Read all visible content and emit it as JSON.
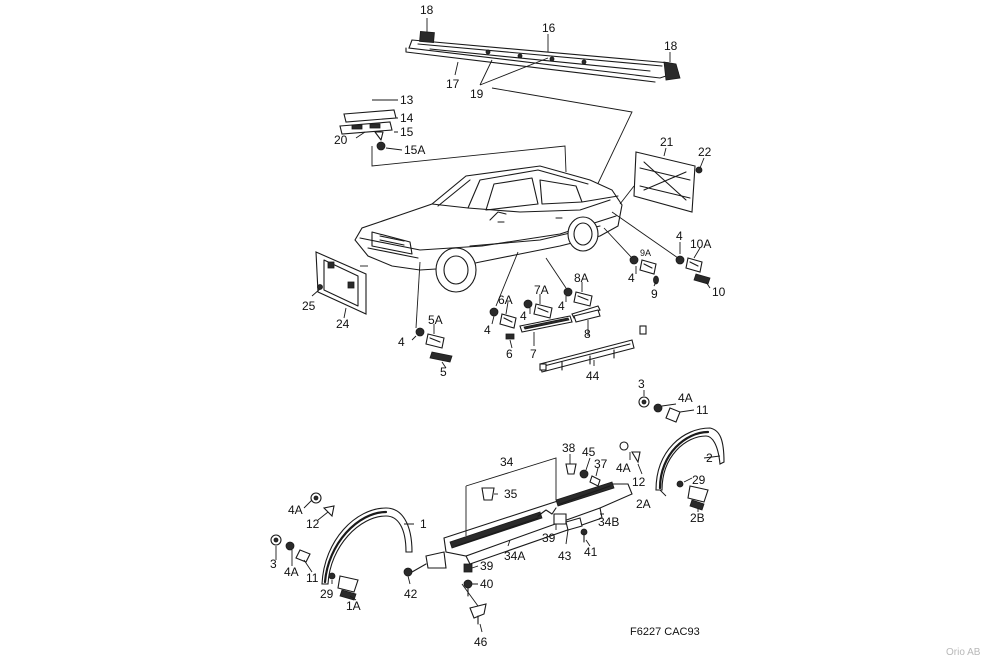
{
  "figure": {
    "code": "F6227 CAC93",
    "watermark": "Orio AB"
  },
  "callouts": {
    "c18a": "18",
    "c16": "16",
    "c18b": "18",
    "c17": "17",
    "c19": "19",
    "c13": "13",
    "c14": "14",
    "c15": "15",
    "c20": "20",
    "c15A": "15A",
    "c21": "21",
    "c22": "22",
    "c4a": "4",
    "c10A": "10A",
    "c9A": "9A",
    "c4b": "4",
    "c9": "9",
    "c10": "10",
    "c8A": "8A",
    "c4c": "4",
    "c8": "8",
    "c7A": "7A",
    "c6A": "6A",
    "c4d": "4",
    "c4e": "4",
    "c6": "6",
    "c7": "7",
    "c25": "25",
    "c24": "24",
    "c5A": "5A",
    "c4f": "4",
    "c5": "5",
    "c44": "44",
    "c3a": "3",
    "c4Aa": "4A",
    "c11a": "11",
    "c2": "2",
    "c2A": "2A",
    "c2B": "2B",
    "c29a": "29",
    "c12a": "12",
    "c4Ab": "4A",
    "c34": "34",
    "c35": "35",
    "c38": "38",
    "c45": "45",
    "c37": "37",
    "c34B": "34B",
    "c39a": "39",
    "c43": "43",
    "c41": "41",
    "c34A": "34A",
    "c39b": "39",
    "c40": "40",
    "c42": "42",
    "c46": "46",
    "c4Ac": "4A",
    "c12b": "12",
    "c1": "1",
    "c3b": "3",
    "c4Ad": "4A",
    "c11b": "11",
    "c29b": "29",
    "c1A": "1A"
  }
}
